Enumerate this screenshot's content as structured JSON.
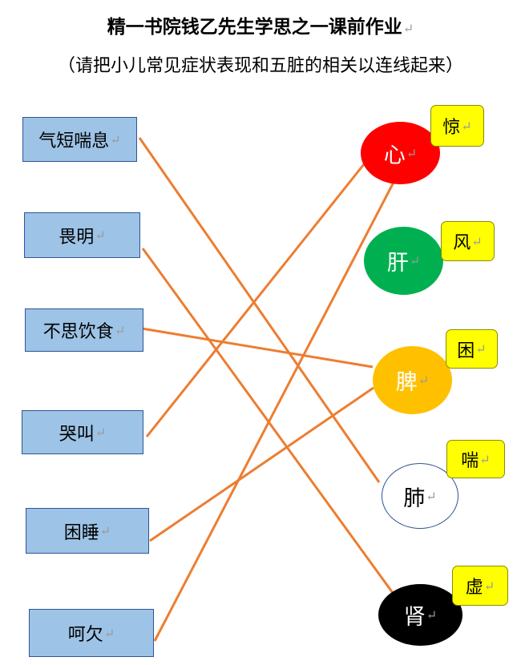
{
  "title": "精一书院钱乙先生学思之一课前作业",
  "subtitle": "（请把小儿常见症状表现和五脏的相关以连线起来）",
  "paragraph_mark": "↵",
  "symptoms": [
    {
      "id": "s1",
      "label": "气短喘息"
    },
    {
      "id": "s2",
      "label": "畏明"
    },
    {
      "id": "s3",
      "label": "不思饮食"
    },
    {
      "id": "s4",
      "label": "哭叫"
    },
    {
      "id": "s5",
      "label": "困睡"
    },
    {
      "id": "s6",
      "label": "呵欠"
    }
  ],
  "organs": [
    {
      "id": "o1",
      "label": "心",
      "color": "#ff0000",
      "text_color": "#ffffff"
    },
    {
      "id": "o2",
      "label": "肝",
      "color": "#00b050",
      "text_color": "#ffffff"
    },
    {
      "id": "o3",
      "label": "脾",
      "color": "#ffc000",
      "text_color": "#ffffff"
    },
    {
      "id": "o4",
      "label": "肺",
      "color": "#ffffff",
      "text_color": "#000000"
    },
    {
      "id": "o5",
      "label": "肾",
      "color": "#000000",
      "text_color": "#ffffff"
    }
  ],
  "tags": [
    {
      "organ": "o1",
      "label": "惊"
    },
    {
      "organ": "o2",
      "label": "风"
    },
    {
      "organ": "o3",
      "label": "困"
    },
    {
      "organ": "o4",
      "label": "喘"
    },
    {
      "organ": "o5",
      "label": "虚"
    }
  ],
  "connections": [
    {
      "from": "s1",
      "to": "o4"
    },
    {
      "from": "s2",
      "to": "o5"
    },
    {
      "from": "s3",
      "to": "o3"
    },
    {
      "from": "s4",
      "to": "o1"
    },
    {
      "from": "s5",
      "to": "o3"
    },
    {
      "from": "s6",
      "to": "o1"
    }
  ],
  "colors": {
    "line": "#ed7d31",
    "box_fill": "#9dc3e6",
    "box_border": "#2f5597",
    "tag_fill": "#ffff00"
  }
}
